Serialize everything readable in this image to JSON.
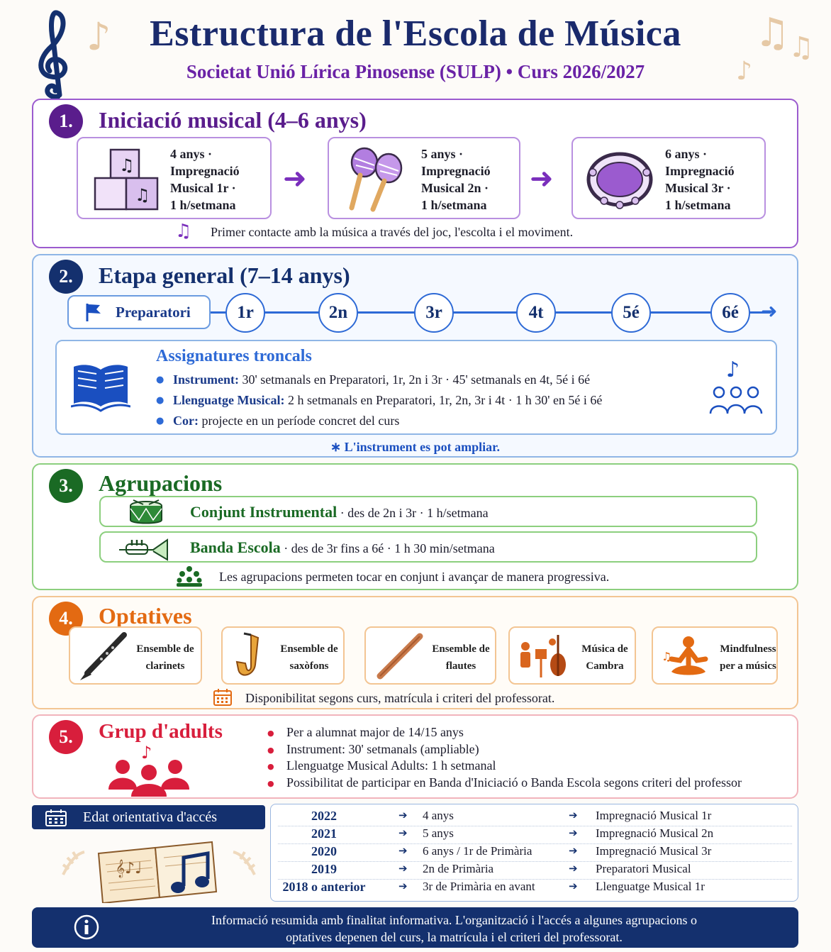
{
  "header": {
    "title": "Estructura de l'Escola de Música",
    "subtitle": "Societat Unió Lírica Pinosense (SULP) • Curs 2026/2027"
  },
  "s1": {
    "number": "1.",
    "title": "Iniciació musical (4–6 anys)",
    "boxes": [
      {
        "l1": "4 anys ·",
        "l2": "Impregnació",
        "l3": "Musical 1r ·",
        "l4": "1 h/setmana",
        "icon": "music-blocks-icon"
      },
      {
        "l1": "5 anys ·",
        "l2": "Impregnació",
        "l3": "Musical 2n ·",
        "l4": "1 h/setmana",
        "icon": "maracas-icon"
      },
      {
        "l1": "6 anys ·",
        "l2": "Impregnació",
        "l3": "Musical 3r ·",
        "l4": "1 h/setmana",
        "icon": "tambourine-icon"
      }
    ],
    "arrow": "➜",
    "note": "Primer contacte amb la música a través del joc, l'escolta i el moviment."
  },
  "s2": {
    "number": "2.",
    "title": "Etapa general (7–14 anys)",
    "prep_label": "Preparatori",
    "levels": [
      "1r",
      "2n",
      "3r",
      "4t",
      "5é",
      "6é"
    ],
    "tronc_title": "Assignatures troncals",
    "items": [
      {
        "key": "Instrument:",
        "text": " 30' setmanals en Preparatori, 1r, 2n i 3r · 45' setmanals en 4t, 5é i 6é"
      },
      {
        "key": "Llenguatge Musical:",
        "text": " 2 h setmanals en Preparatori, 1r, 2n, 3r i 4t · 1 h 30' en 5é i 6é"
      },
      {
        "key": "Cor:",
        "text": " projecte en un període concret del curs"
      }
    ],
    "note": "∗  L'instrument es pot ampliar."
  },
  "s3": {
    "number": "3.",
    "title": "Agrupacions",
    "groups": [
      {
        "name": "Conjunt Instrumental",
        "detail": " · des de 2n i 3r · 1 h/setmana"
      },
      {
        "name": "Banda Escola",
        "detail": " · des de 3r fins a 6é · 1 h 30 min/setmana"
      }
    ],
    "note": "Les agrupacions permeten tocar en conjunt i avançar de manera progressiva."
  },
  "s4": {
    "number": "4.",
    "title": "Optatives",
    "options": [
      {
        "l1": "Ensemble de",
        "l2": "clarinets"
      },
      {
        "l1": "Ensemble de",
        "l2": "saxòfons"
      },
      {
        "l1": "Ensemble de",
        "l2": "flautes"
      },
      {
        "l1": "Música de",
        "l2": "Cambra"
      },
      {
        "l1": "Mindfulness",
        "l2": "per a músics"
      }
    ],
    "note": "Disponibilitat segons curs, matrícula i criteri del professorat."
  },
  "s5": {
    "number": "5.",
    "title": "Grup d'adults",
    "items": [
      "Per a alumnat major de 14/15 anys",
      "Instrument: 30' setmanals  (ampliable)",
      "Llenguatge Musical Adults: 1 h setmanal",
      "Possibilitat de participar en Banda d'Iniciació o Banda Escola segons criteri del professor"
    ]
  },
  "edat": {
    "title": "Edat orientativa d'accés",
    "arrow": "➔",
    "rows": [
      {
        "year": "2022",
        "age": "4 anys",
        "level": "Impregnació Musical 1r"
      },
      {
        "year": "2021",
        "age": "5 anys",
        "level": "Impregnació Musical 2n"
      },
      {
        "year": "2020",
        "age": "6 anys / 1r de Primària",
        "level": "Impregnació Musical 3r"
      },
      {
        "year": "2019",
        "age": "2n de Primària",
        "level": "Preparatori Musical"
      },
      {
        "year": "2018 o anterior",
        "age": "3r de Primària en avant",
        "level": "Llenguatge Musical 1r"
      }
    ]
  },
  "footer": {
    "line1": "Informació resumida amb finalitat informativa. L'organització i l'accés a algunes agrupacions o",
    "line2": "optatives depenen del curs, la matrícula i el criteri del professorat."
  },
  "colors": {
    "navy": "#14306e",
    "purple": "#5a1d8c",
    "blue": "#2e6ad6",
    "green": "#1a6a24",
    "orange": "#e36a12",
    "red": "#d81e3c"
  }
}
